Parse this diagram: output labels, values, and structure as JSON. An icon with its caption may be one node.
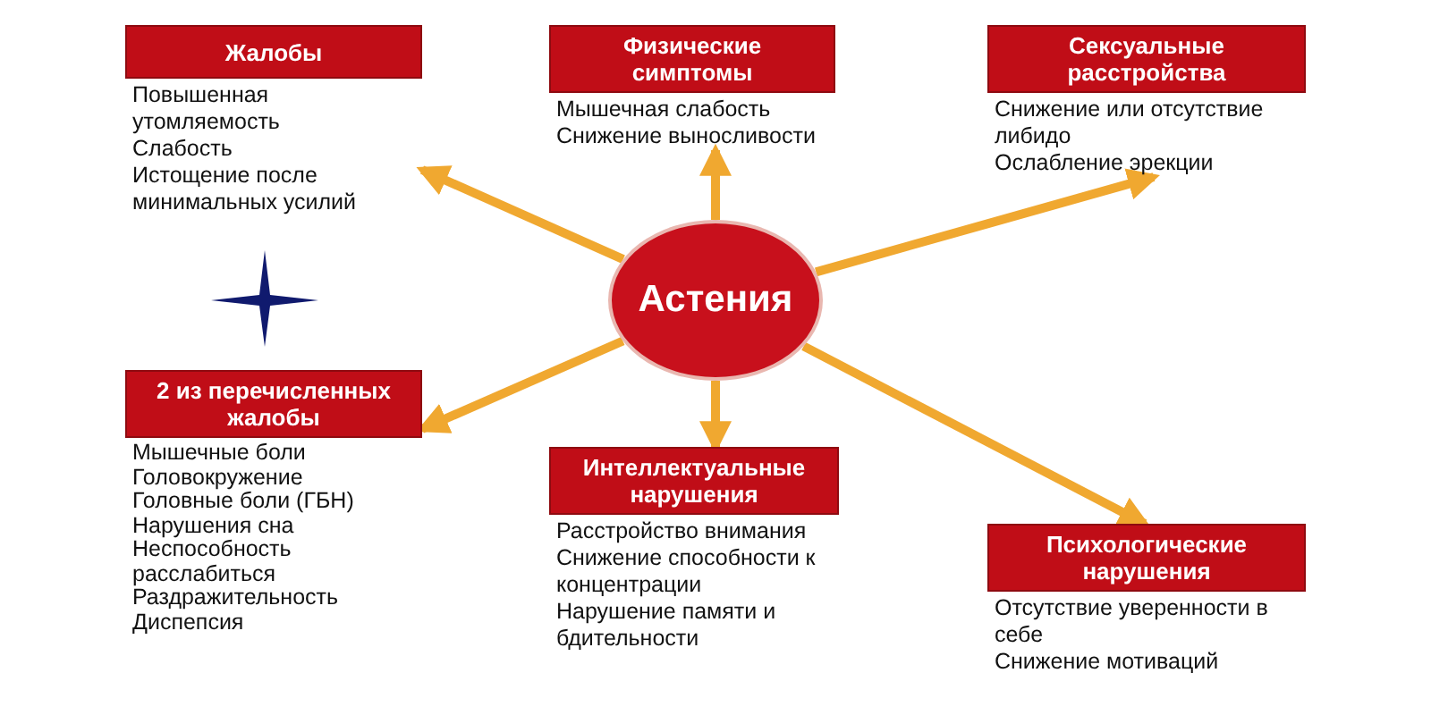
{
  "diagram": {
    "nodes": [
      {
        "text": [
          "Астения"
        ]
      },
      {
        "text": [
          "Жалобы",
          "Повышенная утомляемость",
          "Слабость",
          "Истощение после минимальных усилий"
        ]
      },
      {
        "text": [
          "Физические симптомы",
          "Мышечная слабость",
          "Снижение выносливости"
        ]
      },
      {
        "text": [
          "Сексуальные расстройства",
          "Снижение или отсутствие либидо",
          "Ослабление эрекции"
        ]
      },
      {
        "text": [
          "2 из перечисленных жалобы",
          "Мышечные боли",
          "Головокружение",
          "Головные боли (ГБН)",
          "Нарушения сна",
          "Неспособность расслабиться",
          "Раздражительность",
          "Диспепсия"
        ]
      },
      {
        "text": [
          "Интеллектуальные нарушения",
          "Расстройство внимания",
          "Снижение способности к концентрации",
          "Нарушение памяти и бдительности"
        ]
      },
      {
        "text": [
          "Психологические нарушения",
          "Отсутствие уверенности в себе",
          "Снижение мотиваций"
        ]
      }
    ],
    "edges": [
      {
        "from": 0,
        "to": 1,
        "arrow": "to"
      },
      {
        "from": 0,
        "to": 2,
        "arrow": "to"
      },
      {
        "from": 0,
        "to": 3,
        "arrow": "to"
      },
      {
        "from": 0,
        "to": 4,
        "arrow": "to"
      },
      {
        "from": 0,
        "to": 5,
        "arrow": "to"
      },
      {
        "from": 0,
        "to": 6,
        "arrow": "to"
      }
    ]
  }
}
